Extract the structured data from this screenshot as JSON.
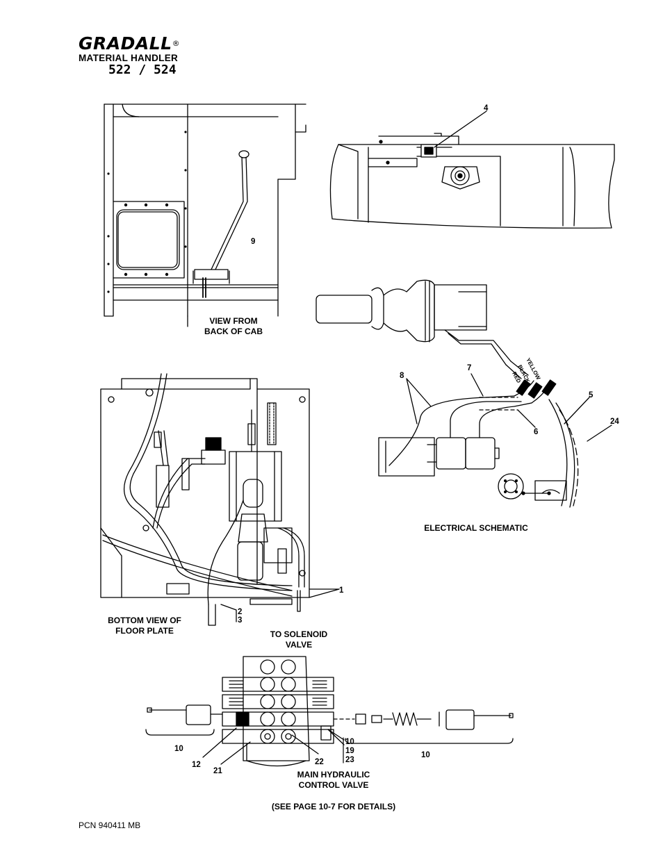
{
  "brand": {
    "logo": "GRADALL",
    "registered": "®",
    "subtitle": "MATERIAL HANDLER",
    "model": "522 / 524"
  },
  "captions": {
    "view_from_back": "VIEW FROM\nBACK OF CAB",
    "electrical_schematic": "ELECTRICAL SCHEMATIC",
    "bottom_view": "BOTTOM VIEW OF\nFLOOR PLATE",
    "to_solenoid": "TO SOLENOID\nVALVE",
    "main_valve": "MAIN HYDRAULIC\nCONTROL VALVE",
    "see_page": "(SEE PAGE 10-7 FOR DETAILS)"
  },
  "callouts": {
    "c1": "1",
    "c2": "2",
    "c3": "3",
    "c4": "4",
    "c5": "5",
    "c6": "6",
    "c7": "7",
    "c8": "8",
    "c9": "9",
    "c10a": "10",
    "c10b": "10",
    "c10c": "10",
    "c12": "12",
    "c19": "19",
    "c21": "21",
    "c22": "22",
    "c23": "23",
    "c24": "24"
  },
  "wire_labels": {
    "yellow": "YELLOW",
    "black": "BLACK",
    "red": "RED"
  },
  "footer": {
    "pcn": "PCN 940411 MB"
  }
}
